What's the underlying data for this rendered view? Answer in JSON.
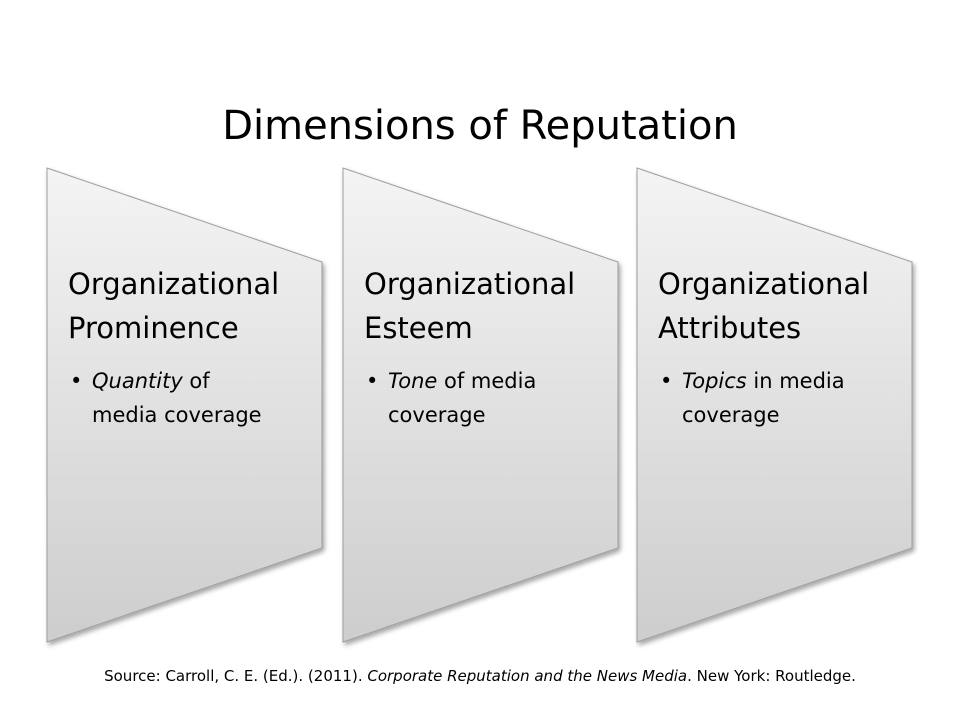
{
  "title": "Dimensions of Reputation",
  "panels": [
    {
      "heading_line1": "Organizational",
      "heading_line2": "Prominence",
      "bullet_emphasis": "Quantity",
      "bullet_line1_rest": " of",
      "bullet_line2": "media coverage"
    },
    {
      "heading_line1": "Organizational",
      "heading_line2": "Esteem",
      "bullet_emphasis": "Tone",
      "bullet_line1_rest": " of media",
      "bullet_line2": "coverage"
    },
    {
      "heading_line1": "Organizational",
      "heading_line2": "Attributes",
      "bullet_emphasis": "Topics",
      "bullet_line1_rest": " in media",
      "bullet_line2": "coverage"
    }
  ],
  "source": {
    "prefix": "Source: Carroll, C. E. (Ed.). (2011). ",
    "title": "Corporate Reputation and the News Media",
    "suffix": ". New York: Routledge."
  },
  "colors": {
    "panel_fill_light": "#f3f3f3",
    "panel_fill_dark": "#cfcfcf",
    "panel_stroke": "#9e9e9e"
  }
}
